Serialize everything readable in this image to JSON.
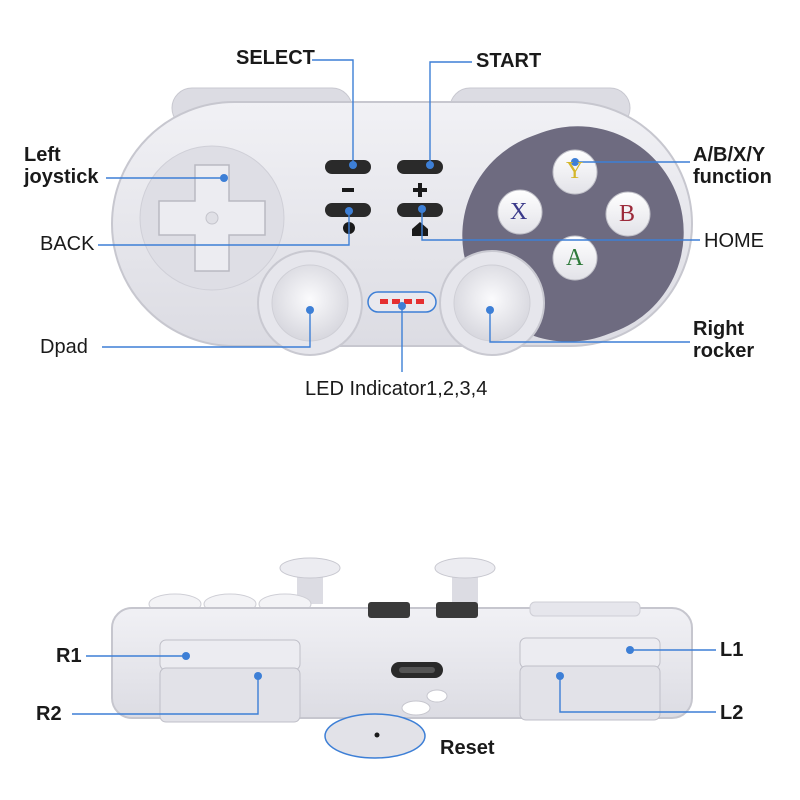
{
  "labels": {
    "select": "SELECT",
    "start": "START",
    "left_joystick": "Left\njoystick",
    "abxy": "A/B/X/Y\nfunction",
    "back": "BACK",
    "home": "HOME",
    "dpad": "Dpad",
    "right_rocker": "Right\nrocker",
    "led": "LED Indicator1,2,3,4",
    "r1": "R1",
    "r2": "R2",
    "l1": "L1",
    "l2": "L2",
    "reset": "Reset"
  },
  "buttons": {
    "y": "Y",
    "x": "X",
    "b": "B",
    "a": "A",
    "minus": "−",
    "plus": "+"
  },
  "colors": {
    "callout_line": "#3d7fd6",
    "callout_dot": "#3d7fd6",
    "body": "#e8e8ee",
    "abxy_plate": "#6e6b80",
    "y_color": "#d4b62a",
    "x_color": "#3b3a8a",
    "b_color": "#9c2a3a",
    "a_color": "#2e7a3a",
    "led": "#e53030"
  },
  "icons": [
    "home-icon",
    "circle-icon",
    "minus-icon",
    "plus-icon",
    "usb-c-port-icon",
    "reset-hole-icon"
  ]
}
